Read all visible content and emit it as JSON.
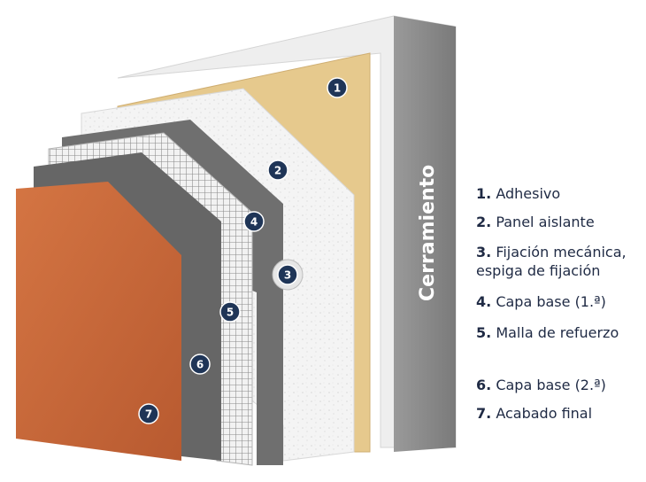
{
  "wall_label": "Cerramiento",
  "badges": [
    "1",
    "2",
    "3",
    "4",
    "5",
    "6",
    "7"
  ],
  "legend": [
    {
      "num": "1.",
      "text": "Adhesivo",
      "text2": ""
    },
    {
      "num": "2.",
      "text": "Panel aislante",
      "text2": ""
    },
    {
      "num": "3.",
      "text": "Fijación mecánica,",
      "text2": "espiga de fijación"
    },
    {
      "num": "4.",
      "text": "Capa base (1.ª)",
      "text2": ""
    },
    {
      "num": "5.",
      "text": "Malla de refuerzo",
      "text2": ""
    },
    {
      "num": "6.",
      "text": "Capa base (2.ª)",
      "text2": ""
    },
    {
      "num": "7.",
      "text": "Acabado final",
      "text2": ""
    }
  ],
  "colors": {
    "wall_front": "#8b8b8b",
    "wall_top": "#eeeeee",
    "adhesive": "#e6c98d",
    "insulation": "#f3f3f3",
    "base_coat": "#7d7d7d",
    "mesh": "#d9d9d9",
    "finish": "#c86a3c",
    "badge": "#1f3557",
    "legend_text": "#1f2a44"
  }
}
